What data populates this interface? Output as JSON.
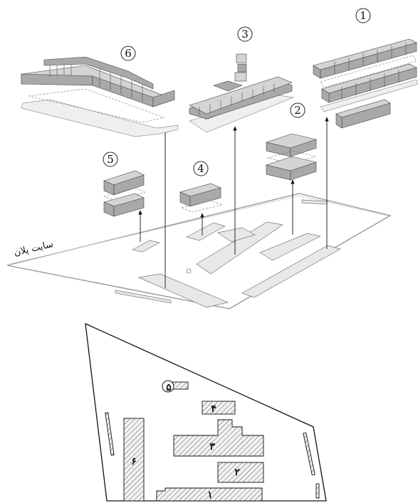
{
  "site_label": "سایت پلان",
  "axonometric_labels": [
    "1",
    "2",
    "3",
    "4",
    "5",
    "6"
  ],
  "plan_labels": [
    "۱",
    "۲",
    "۳",
    "۴",
    "۵",
    "۶"
  ]
}
